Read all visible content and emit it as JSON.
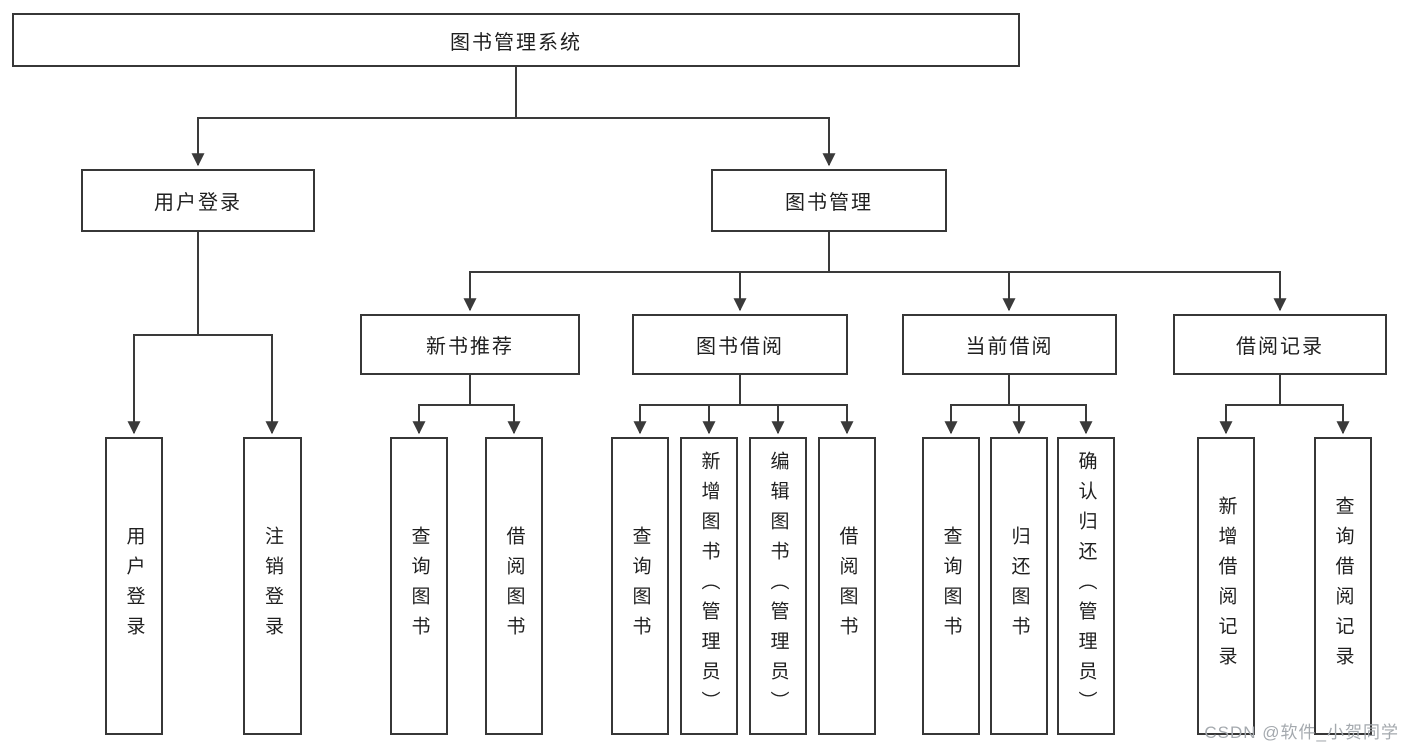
{
  "diagram": {
    "type": "hierarchy-tree",
    "tree": {
      "root": {
        "label": "图书管理系统"
      },
      "branches": [
        {
          "label": "用户登录",
          "children": [
            {
              "label": "用户登录"
            },
            {
              "label": "注销登录"
            }
          ]
        },
        {
          "label": "图书管理",
          "children": [
            {
              "label": "新书推荐",
              "children": [
                {
                  "label": "查询图书"
                },
                {
                  "label": "借阅图书"
                }
              ]
            },
            {
              "label": "图书借阅",
              "children": [
                {
                  "label": "查询图书"
                },
                {
                  "label": "新增图书（管理员）"
                },
                {
                  "label": "编辑图书（管理员）"
                },
                {
                  "label": "借阅图书"
                }
              ]
            },
            {
              "label": "当前借阅",
              "children": [
                {
                  "label": "查询图书"
                },
                {
                  "label": "归还图书"
                },
                {
                  "label": "确认归还（管理员）"
                }
              ]
            },
            {
              "label": "借阅记录",
              "children": [
                {
                  "label": "新增借阅记录"
                },
                {
                  "label": "查询借阅记录"
                }
              ]
            }
          ]
        }
      ]
    },
    "colors": {
      "line": "#3a3a3a",
      "box_border": "#373737",
      "box_fill": "#ffffff",
      "text": "#1f1f1f",
      "background": "#ffffff",
      "watermark": "#a4a9ae"
    }
  },
  "watermark": {
    "text": "CSDN @软件_小贺同学"
  }
}
